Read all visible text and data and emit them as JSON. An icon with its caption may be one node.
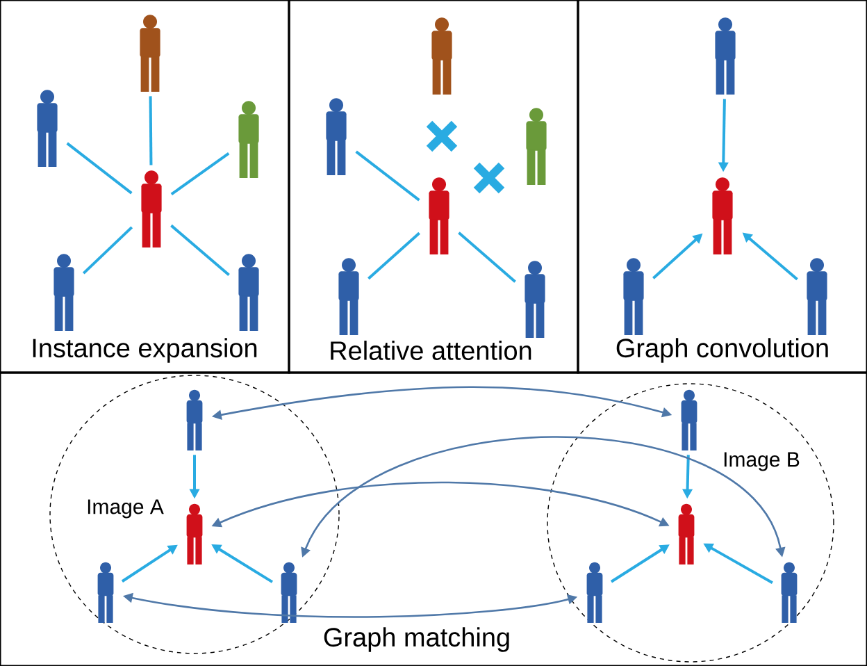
{
  "diagram": {
    "nodes": [
      {
        "text": [
          "Instance expansion"
        ]
      },
      {
        "text": [],
        "shape": "person",
        "in": 0
      },
      {
        "text": [],
        "shape": "person",
        "in": 0
      },
      {
        "text": [],
        "shape": "person",
        "in": 0
      },
      {
        "text": [],
        "shape": "person",
        "in": 0
      },
      {
        "text": [],
        "shape": "person",
        "in": 0
      },
      {
        "text": [],
        "shape": "person",
        "in": 0
      },
      {
        "text": [
          "Relative attention"
        ]
      },
      {
        "text": [],
        "shape": "person",
        "in": 7
      },
      {
        "text": [],
        "shape": "person",
        "in": 7
      },
      {
        "text": [],
        "shape": "person",
        "in": 7
      },
      {
        "text": [],
        "shape": "person",
        "in": 7
      },
      {
        "text": [],
        "shape": "person",
        "in": 7
      },
      {
        "text": [],
        "shape": "person",
        "in": 7
      },
      {
        "text": [
          "Graph convolution"
        ]
      },
      {
        "text": [],
        "shape": "person",
        "in": 14
      },
      {
        "text": [],
        "shape": "person",
        "in": 14
      },
      {
        "text": [],
        "shape": "person",
        "in": 14
      },
      {
        "text": [],
        "shape": "person",
        "in": 14
      },
      {
        "text": [
          "Graph matching"
        ]
      },
      {
        "text": [
          "Image A"
        ],
        "in": 19
      },
      {
        "text": [],
        "shape": "person",
        "in": 20
      },
      {
        "text": [],
        "shape": "person",
        "in": 20
      },
      {
        "text": [],
        "shape": "person",
        "in": 20
      },
      {
        "text": [],
        "shape": "person",
        "in": 20
      },
      {
        "text": [
          "Image B"
        ],
        "in": 19
      },
      {
        "text": [],
        "shape": "person",
        "in": 25
      },
      {
        "text": [],
        "shape": "person",
        "in": 25
      },
      {
        "text": [],
        "shape": "person",
        "in": 25
      },
      {
        "text": [],
        "shape": "person",
        "in": 25
      }
    ],
    "edges": [
      {
        "from": 4,
        "to": 1,
        "arrow": "none"
      },
      {
        "from": 4,
        "to": 2,
        "arrow": "none"
      },
      {
        "from": 4,
        "to": 3,
        "arrow": "none"
      },
      {
        "from": 4,
        "to": 5,
        "arrow": "none"
      },
      {
        "from": 4,
        "to": 6,
        "arrow": "none"
      },
      {
        "from": 11,
        "to": 9,
        "arrow": "none"
      },
      {
        "from": 11,
        "to": 12,
        "arrow": "none"
      },
      {
        "from": 11,
        "to": 13,
        "arrow": "none"
      },
      {
        "from": 15,
        "to": 16,
        "arrow": "to"
      },
      {
        "from": 17,
        "to": 16,
        "arrow": "to"
      },
      {
        "from": 18,
        "to": 16,
        "arrow": "to"
      },
      {
        "from": 21,
        "to": 22,
        "arrow": "to"
      },
      {
        "from": 23,
        "to": 22,
        "arrow": "to"
      },
      {
        "from": 24,
        "to": 22,
        "arrow": "to"
      },
      {
        "from": 26,
        "to": 27,
        "arrow": "to"
      },
      {
        "from": 28,
        "to": 27,
        "arrow": "to"
      },
      {
        "from": 29,
        "to": 27,
        "arrow": "to"
      },
      {
        "from": 21,
        "to": 26,
        "arrow": "both",
        "color": "#4f78a8"
      },
      {
        "from": 24,
        "to": 29,
        "arrow": "both",
        "color": "#4f78a8"
      },
      {
        "from": 22,
        "to": 27,
        "arrow": "both",
        "color": "#4f78a8"
      },
      {
        "from": 23,
        "to": 28,
        "arrow": "both",
        "color": "#4f78a8"
      }
    ]
  }
}
